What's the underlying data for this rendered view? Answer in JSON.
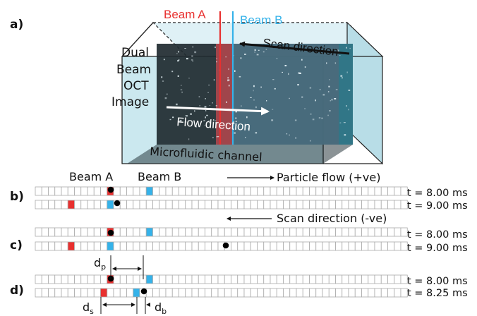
{
  "panel_a": {
    "label": "a)",
    "beam_a": "Beam A",
    "beam_b": "Beam B",
    "scan_direction": "Scan direction",
    "image_label": [
      "Dual",
      "Beam",
      "OCT",
      "Image"
    ],
    "flow_direction": "Flow direction",
    "channel": "Microfluidic channel"
  },
  "header": {
    "beam_a": "Beam A",
    "beam_b": "Beam B",
    "particle_flow": "Particle flow (+ve)",
    "scan_direction": "Scan direction (-ve)"
  },
  "panels": {
    "b": {
      "label": "b)",
      "times": [
        "t = 8.00 ms",
        "t = 9.00 ms"
      ]
    },
    "c": {
      "label": "c)",
      "times": [
        "t = 8.00 ms",
        "t = 9.00 ms"
      ]
    },
    "d": {
      "label": "d)",
      "times": [
        "t = 8.00 ms",
        "t = 8.25 ms"
      ]
    }
  },
  "annotations": {
    "dp": {
      "main": "d",
      "sub": "p"
    },
    "ds": {
      "main": "d",
      "sub": "s"
    },
    "db": {
      "main": "d",
      "sub": "b"
    }
  },
  "colors": {
    "beam_a": "#e8302f",
    "beam_b": "#35b2e9",
    "particle": "#000000",
    "grid_line": "#aaaaaa",
    "channel_fill": "#c8e6ee"
  }
}
